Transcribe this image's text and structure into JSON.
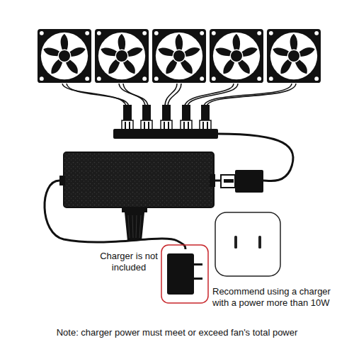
{
  "diagram": {
    "labels": [
      "Charger is not included",
      "Recommend using a charger with a power more than 10W",
      "Note: charger power must meet or exceed fan's total power"
    ]
  }
}
